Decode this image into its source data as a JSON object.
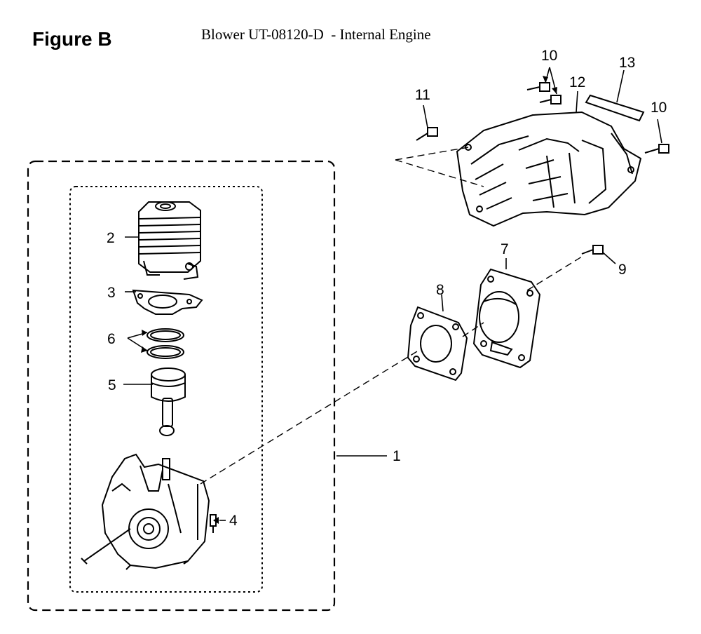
{
  "figure_label": "Figure B",
  "title": "Blower UT-08120-D  - Internal Engine",
  "callouts": [
    {
      "id": "c1",
      "label": "1"
    },
    {
      "id": "c2",
      "label": "2"
    },
    {
      "id": "c3",
      "label": "3"
    },
    {
      "id": "c4",
      "label": "4"
    },
    {
      "id": "c5",
      "label": "5"
    },
    {
      "id": "c6",
      "label": "6"
    },
    {
      "id": "c7",
      "label": "7"
    },
    {
      "id": "c8",
      "label": "8"
    },
    {
      "id": "c9",
      "label": "9"
    },
    {
      "id": "c10a",
      "label": "10"
    },
    {
      "id": "c10b",
      "label": "10"
    },
    {
      "id": "c11",
      "label": "11"
    },
    {
      "id": "c12",
      "label": "12"
    },
    {
      "id": "c13",
      "label": "13"
    }
  ]
}
